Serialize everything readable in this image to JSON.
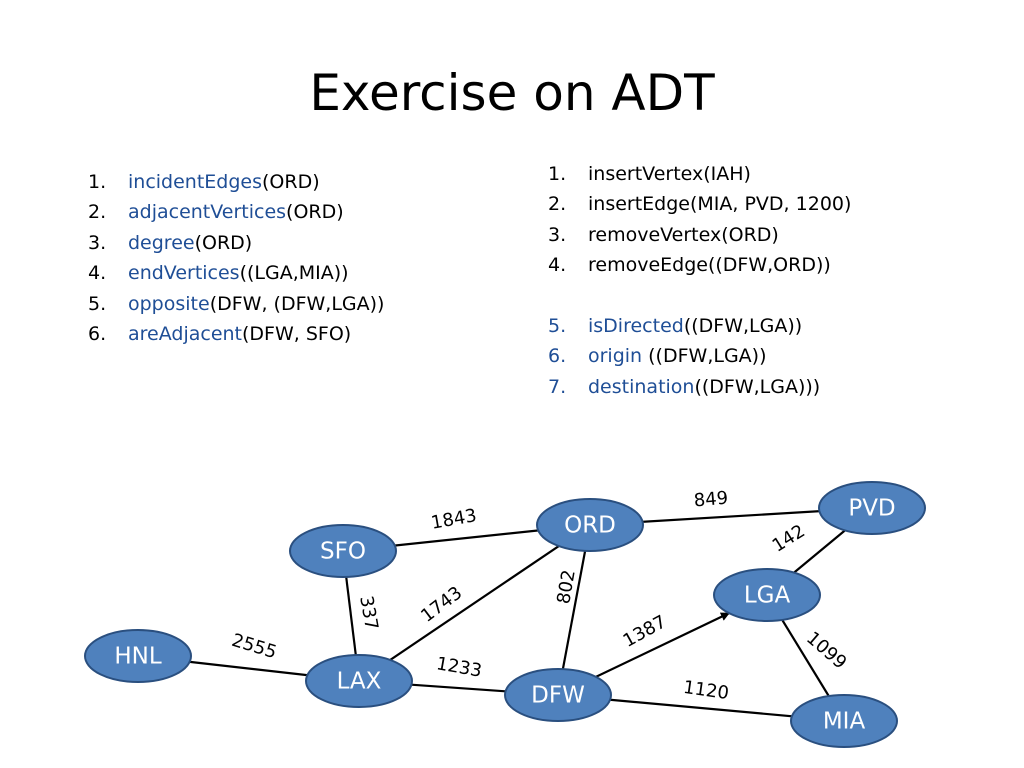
{
  "title": "Exercise on ADT",
  "left_list": [
    {
      "num": "1.",
      "name": "incidentEdges",
      "args": "(ORD)"
    },
    {
      "num": "2.",
      "name": "adjacentVertices",
      "args": "(ORD)"
    },
    {
      "num": "3.",
      "name": "degree",
      "args": "(ORD)"
    },
    {
      "num": "4.",
      "name": "endVertices",
      "args": "((LGA,MIA))"
    },
    {
      "num": "5.",
      "name": "opposite",
      "args": "(DFW, (DFW,LGA))"
    },
    {
      "num": "6.",
      "name": "areAdjacent",
      "args": "(DFW, SFO)"
    }
  ],
  "right_list_update": [
    {
      "num": "1.",
      "text": "insertVertex(IAH)"
    },
    {
      "num": "2.",
      "text": "insertEdge(MIA, PVD, 1200)"
    },
    {
      "num": "3.",
      "text": "removeVertex(ORD)"
    },
    {
      "num": "4.",
      "text": "removeEdge((DFW,ORD))"
    }
  ],
  "right_list_query": [
    {
      "num": "5.",
      "name": "isDirected",
      "args": "((DFW,LGA))"
    },
    {
      "num": "6.",
      "name": "origin",
      "args": " ((DFW,LGA))"
    },
    {
      "num": "7.",
      "name": "destination",
      "args": "((DFW,LGA)))"
    }
  ],
  "colors": {
    "node_fill": "#4f81bd",
    "node_stroke": "#2a4f7f",
    "link_text": "#1f4e96",
    "edge": "#000000"
  },
  "graph": {
    "nodes": [
      "HNL",
      "SFO",
      "LAX",
      "ORD",
      "DFW",
      "PVD",
      "LGA",
      "MIA"
    ],
    "edges": [
      {
        "from": "HNL",
        "to": "LAX",
        "weight": "2555",
        "directed": false
      },
      {
        "from": "SFO",
        "to": "ORD",
        "weight": "1843",
        "directed": false
      },
      {
        "from": "SFO",
        "to": "LAX",
        "weight": "337",
        "directed": false
      },
      {
        "from": "LAX",
        "to": "ORD",
        "weight": "1743",
        "directed": false
      },
      {
        "from": "LAX",
        "to": "DFW",
        "weight": "1233",
        "directed": false
      },
      {
        "from": "ORD",
        "to": "DFW",
        "weight": "802",
        "directed": false
      },
      {
        "from": "ORD",
        "to": "PVD",
        "weight": "849",
        "directed": false
      },
      {
        "from": "PVD",
        "to": "LGA",
        "weight": "142",
        "directed": false
      },
      {
        "from": "DFW",
        "to": "LGA",
        "weight": "1387",
        "directed": true
      },
      {
        "from": "LGA",
        "to": "MIA",
        "weight": "1099",
        "directed": false
      },
      {
        "from": "DFW",
        "to": "MIA",
        "weight": "1120",
        "directed": false
      }
    ]
  }
}
